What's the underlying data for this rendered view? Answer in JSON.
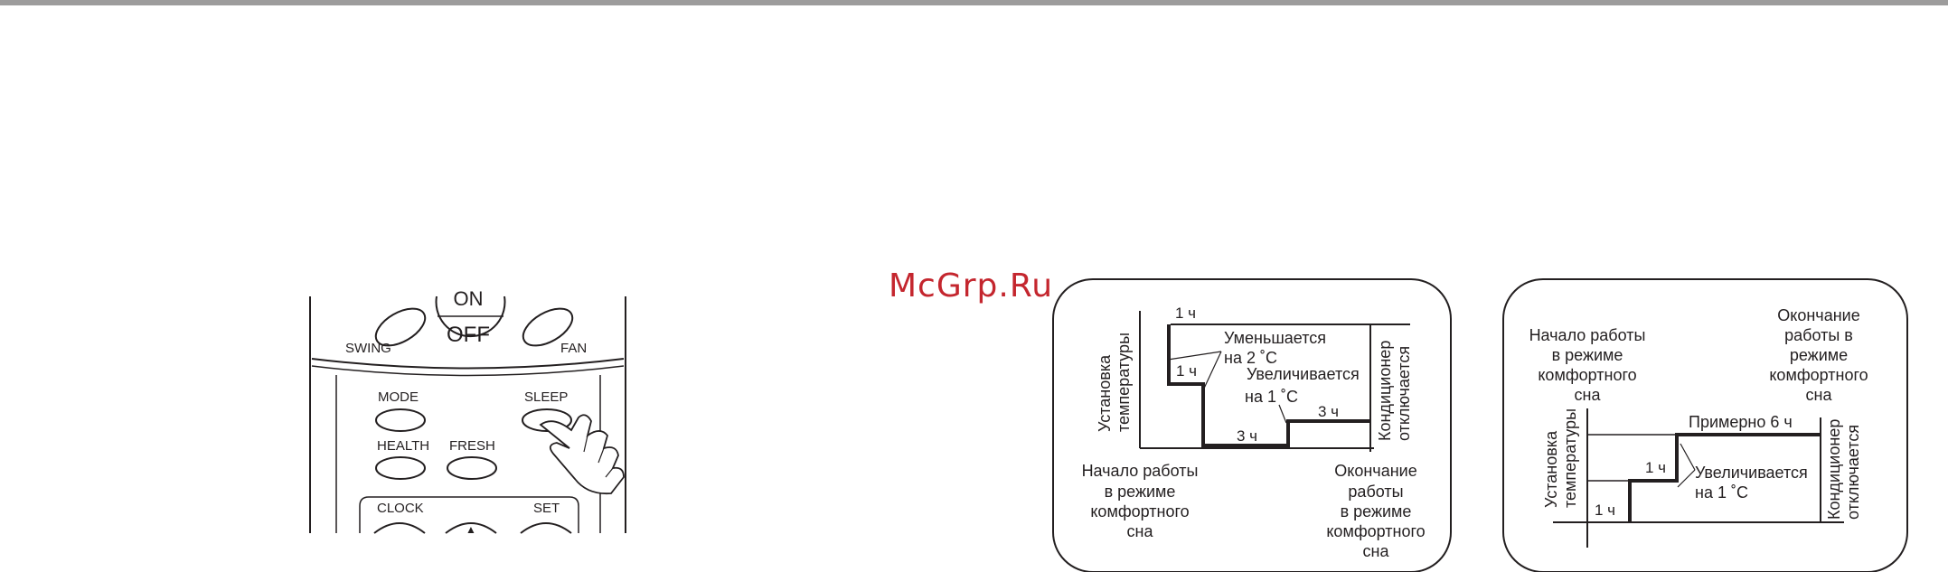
{
  "watermark": "McGrp.Ru",
  "remote": {
    "on_label": "ON",
    "off_label": "OFF",
    "swing_label": "SWING",
    "fan_label": "FAN",
    "mode_label": "MODE",
    "sleep_label": "SLEEP",
    "health_label": "HEALTH",
    "fresh_label": "FRESH",
    "clock_label": "CLOCK",
    "set_label": "SET",
    "up_symbol": "▲"
  },
  "diagram_cooling": {
    "y_axis_label_line1": "Установка",
    "y_axis_label_line2": "температуры",
    "right_label_line1": "Кондиционер",
    "right_label_line2": "отключается",
    "step1_time": "1 ч",
    "step2_time": "1 ч",
    "step3_time": "3 ч",
    "step4_time": "3 ч",
    "decrease_line1": "Уменьшается",
    "decrease_line2": "на 2 ˚C",
    "increase_line1": "Увеличивается",
    "increase_line2": "на 1 ˚C",
    "start_lines": [
      "Начало работы",
      "в режиме",
      "комфортного",
      "сна"
    ],
    "end_lines": [
      "Окончание",
      "работы",
      "в режиме",
      "комфортного",
      "сна"
    ]
  },
  "diagram_heating": {
    "y_axis_label_line1": "Установка",
    "y_axis_label_line2": "температуры",
    "right_label_line1": "Кондиционер",
    "right_label_line2": "отключается",
    "step1_time": "1 ч",
    "step2_time": "1 ч",
    "duration": "Примерно 6 ч",
    "increase_line1": "Увеличивается",
    "increase_line2": "на 1 ˚C",
    "start_lines": [
      "Начало работы",
      "в режиме",
      "комфортного",
      "сна"
    ],
    "end_lines": [
      "Окончание",
      "работы в",
      "режиме",
      "комфортного",
      "сна"
    ]
  }
}
